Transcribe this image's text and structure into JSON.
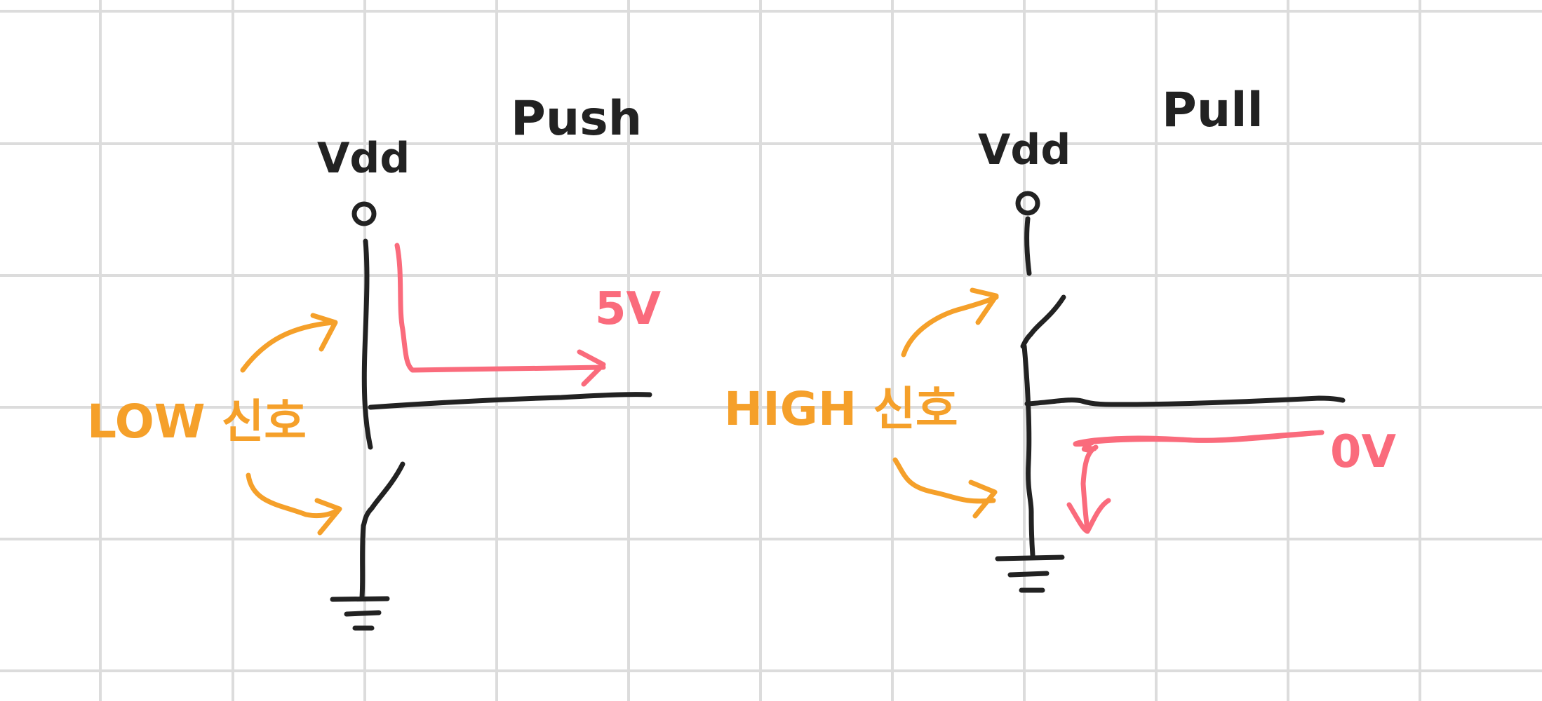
{
  "colors": {
    "ink": "#222222",
    "orange": "#f5a02a",
    "red": "#fa6b7c",
    "grid": "#dcdcdc",
    "background": "#ffffff"
  },
  "push_circuit": {
    "title": "Push",
    "supply_label": "Vdd",
    "control_label": "LOW 신호",
    "output_label": "5V"
  },
  "pull_circuit": {
    "title": "Pull",
    "supply_label": "Vdd",
    "control_label": "HIGH 신호",
    "output_label": "0V"
  }
}
